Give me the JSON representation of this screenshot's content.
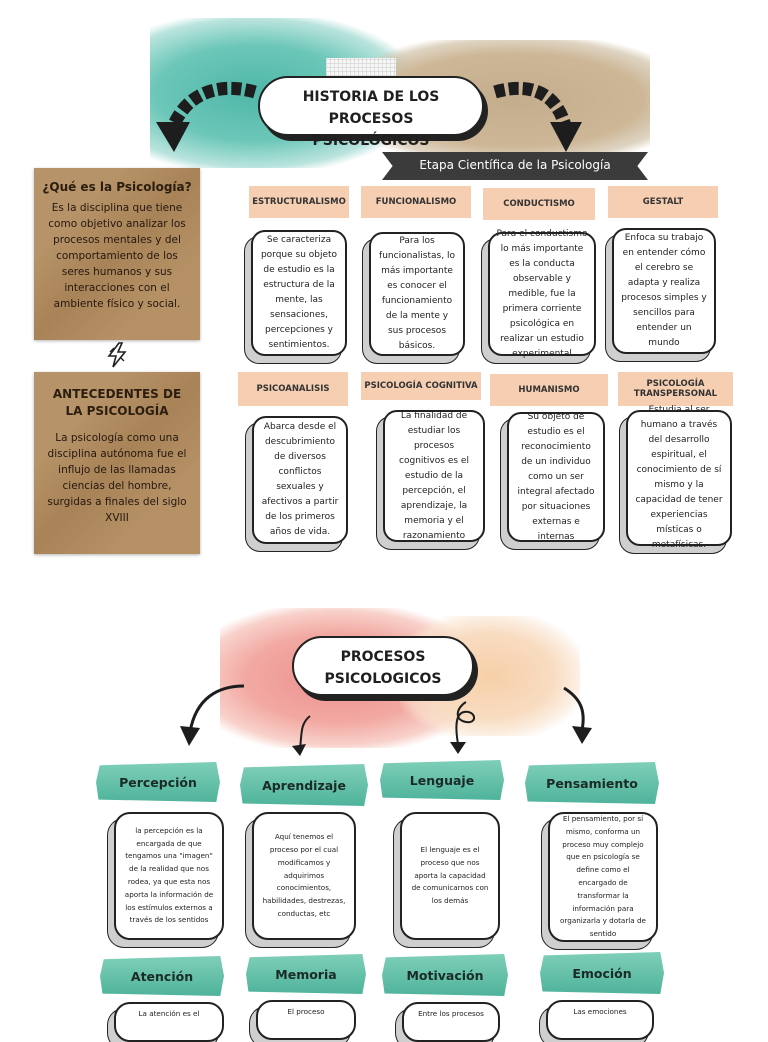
{
  "section1": {
    "title_line1": "HISTORIA DE LOS PROCESOS",
    "title_line2": "PSICOLÓGICOS",
    "banner": "Etapa Científica de la Psicología",
    "what_is": {
      "title": "¿Qué es la Psicología?",
      "text": "Es la disciplina que tiene como objetivo analizar los procesos mentales y del comportamiento de los seres humanos y sus interacciones con el ambiente físico y social."
    },
    "antecedentes": {
      "title": "ANTECEDENTES DE LA PSICOLOGÍA",
      "text": "La psicología como una disciplina autónoma fue el influjo de las llamadas ciencias del hombre, surgidas a finales del siglo XVIII"
    },
    "schools": [
      {
        "label": "ESTRUCTURALISMO",
        "text": "Se caracteriza porque su objeto de estudio es la estructura de la mente, las sensaciones, percepciones y sentimientos."
      },
      {
        "label": "FUNCIONALISMO",
        "text": "Para los funcionalistas, lo más importante es conocer el funcionamiento de la mente y sus procesos básicos."
      },
      {
        "label": "CONDUCTISMO",
        "text": "Para el conductismo lo más importante es la conducta observable y medible, fue la primera corriente psicológica en realizar un estudio experimental"
      },
      {
        "label": "GESTALT",
        "text": "Enfoca su trabajo en entender cómo el cerebro se adapta y realiza procesos simples y sencillos para entender un mundo"
      },
      {
        "label": "PSICOANALISIS",
        "text": "Abarca desde el descubrimiento de diversos conflictos sexuales y afectivos a partir de los primeros años de vida."
      },
      {
        "label": "PSICOLOGÍA COGNITIVA",
        "text": "La finalidad de estudiar los procesos cognitivos es el estudio de la percepción, el aprendizaje, la memoria y el razonamiento"
      },
      {
        "label": "HUMANISMO",
        "text": "Su objeto de estudio es el reconocimiento de un individuo como un ser integral afectado por situaciones externas e internas"
      },
      {
        "label": "PSICOLOGÍA TRANSPERSONAL",
        "text": "Estudia al ser humano a través del desarrollo espiritual, el conocimiento de sí mismo y la capacidad de tener experiencias místicas o metafísicas."
      }
    ]
  },
  "section2": {
    "title_line1": "PROCESOS",
    "title_line2": "PSICOLOGICOS",
    "processes": [
      {
        "label": "Percepción",
        "text": "la percepción es la encargada de que tengamos una \"imagen\" de la realidad que nos rodea, ya que esta nos aporta la información de los estímulos externos a través de los sentidos"
      },
      {
        "label": "Aprendizaje",
        "text": "Aquí tenemos el proceso por el cual modificamos y adquirimos conocimientos, habilidades, destrezas, conductas, etc"
      },
      {
        "label": "Lenguaje",
        "text": "El lenguaje es el proceso que nos aporta la capacidad de comunicarnos con los demás"
      },
      {
        "label": "Pensamiento",
        "text": "El pensamiento, por sí mismo, conforma un proceso muy complejo que en psicología se define como el encargado de transformar la información para organizarla y dotarla de sentido"
      },
      {
        "label": "Atención",
        "text": "La atención es el"
      },
      {
        "label": "Memoria",
        "text": "El proceso"
      },
      {
        "label": "Motivación",
        "text": "Entre los procesos"
      },
      {
        "label": "Emoción",
        "text": "Las emociones"
      }
    ]
  },
  "colors": {
    "label_peach": "#f6cfb2",
    "kraft": "#b18a5c",
    "teal": "#4fb39b",
    "pink": "#ec8f8f",
    "banner": "#3b3b3b"
  },
  "icons": [
    "arrow-icon",
    "lightning-icon",
    "squiggle-icon"
  ]
}
